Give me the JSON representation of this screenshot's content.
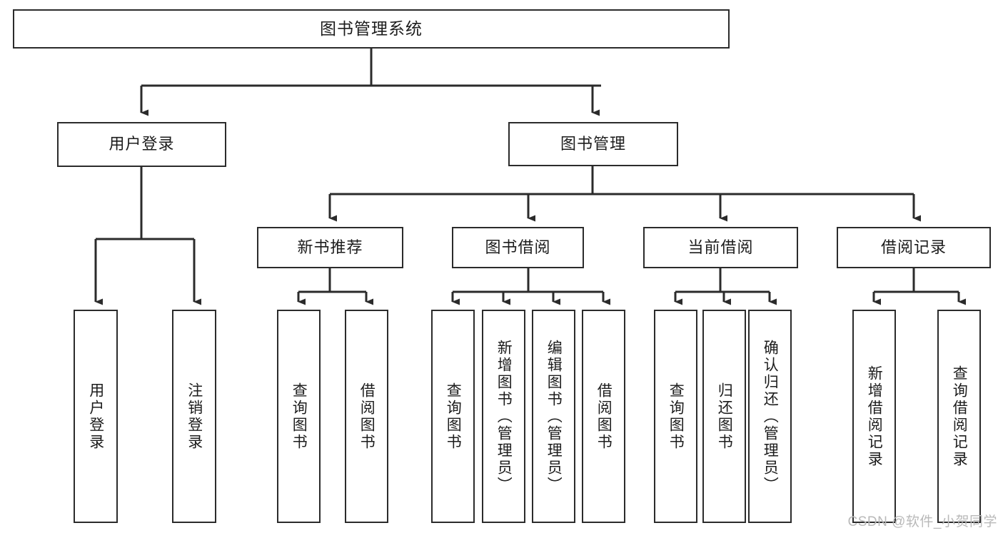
{
  "diagram": {
    "title": "图书管理系统",
    "type": "hierarchy-tree",
    "watermark": "CSDN @软件_小贺同学",
    "colors": {
      "stroke": "#2b2b2b",
      "fill": "#ffffff",
      "text": "#1c1c1c",
      "watermark": "#b9b9b9"
    },
    "levels": {
      "root": {
        "label": "图书管理系统"
      },
      "level2": [
        {
          "label": "用户登录"
        },
        {
          "label": "图书管理"
        }
      ],
      "level3": [
        {
          "label": "新书推荐"
        },
        {
          "label": "图书借阅"
        },
        {
          "label": "当前借阅"
        },
        {
          "label": "借阅记录"
        }
      ],
      "leaves": [
        {
          "label": "用户登录",
          "parent": "用户登录"
        },
        {
          "label": "注销登录",
          "parent": "用户登录"
        },
        {
          "label": "查询图书",
          "parent": "新书推荐"
        },
        {
          "label": "借阅图书",
          "parent": "新书推荐"
        },
        {
          "label": "查询图书",
          "parent": "图书借阅"
        },
        {
          "label": "新增图书（管理员）",
          "parent": "图书借阅"
        },
        {
          "label": "编辑图书（管理员）",
          "parent": "图书借阅"
        },
        {
          "label": "借阅图书",
          "parent": "图书借阅"
        },
        {
          "label": "查询图书",
          "parent": "当前借阅"
        },
        {
          "label": "归还图书",
          "parent": "当前借阅"
        },
        {
          "label": "确认归还（管理员）",
          "parent": "当前借阅"
        },
        {
          "label": "新增借阅记录",
          "parent": "借阅记录"
        },
        {
          "label": "查询借阅记录",
          "parent": "借阅记录"
        }
      ]
    }
  }
}
